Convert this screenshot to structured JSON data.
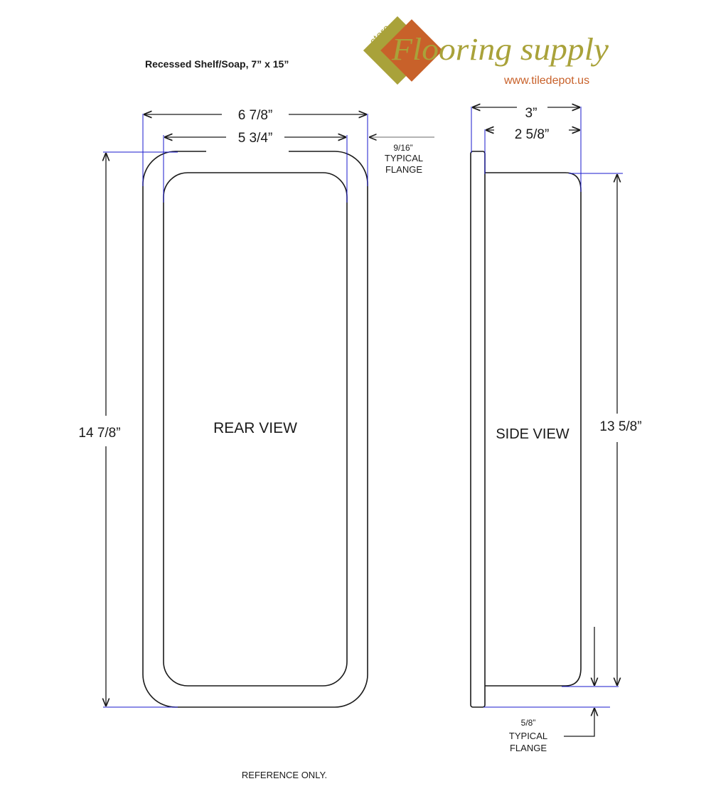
{
  "title": "Recessed Shelf/Soap, 7” x 15”",
  "logo": {
    "store_label": "store",
    "brand_name": "Flooring supply",
    "url": "www.tiledepot.us",
    "colors": {
      "orange": "#c8612a",
      "olive": "#a9a23a",
      "url_text": "#c8612a"
    }
  },
  "rear_view": {
    "label": "REAR VIEW",
    "outer_width": "6 7/8”",
    "inner_width": "5 3/4”",
    "height": "14 7/8”",
    "flange_size": "9/16”",
    "flange_line1": "TYPICAL",
    "flange_line2": "FLANGE"
  },
  "side_view": {
    "label": "SIDE VIEW",
    "outer_depth": "3”",
    "inner_depth": "2 5/8”",
    "height": "13 5/8”",
    "flange_size": "5/8”",
    "flange_line1": "TYPICAL",
    "flange_line2": "FLANGE"
  },
  "footer": "REFERENCE ONLY.",
  "colors": {
    "outline": "#1a1a1a",
    "extension_line": "#1a1acc",
    "leader_gray": "#888888"
  }
}
